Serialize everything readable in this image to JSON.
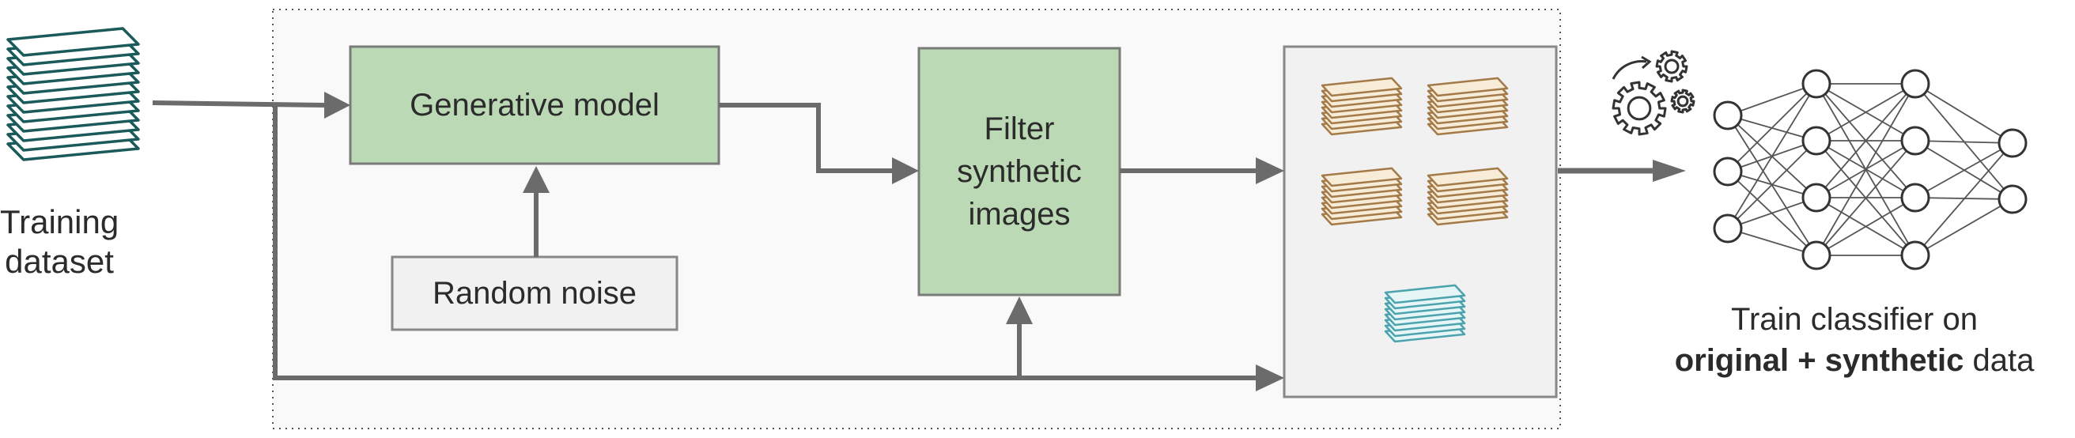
{
  "colors": {
    "green_fill": "#bcd9b6",
    "box_stroke": "#7a7a7a",
    "arrow": "#6b6b6b",
    "container_fill": "#f9f9f9",
    "output_fill": "#f1f1f1",
    "original_stack": "#1a5a5a",
    "synthetic_stack": "#a37a48",
    "teal_stack": "#4aa3ad",
    "network": "#555555"
  },
  "input": {
    "line1": "Training",
    "line2": "dataset",
    "icon": "image-stack-icon"
  },
  "pipeline": {
    "generative_model": "Generative model",
    "random_noise": "Random noise",
    "filter": {
      "line1": "Filter",
      "line2": "synthetic",
      "line3": "images"
    }
  },
  "output": {
    "synthetic_stacks_icon": "synthetic-image-stacks-icon",
    "original_stack_icon": "original-image-stack-icon"
  },
  "classifier": {
    "line1": "Train classifier on",
    "bold": "original + synthetic",
    "rest": " data",
    "gears_icon": "gears-icon",
    "network_icon": "neural-network-icon"
  }
}
